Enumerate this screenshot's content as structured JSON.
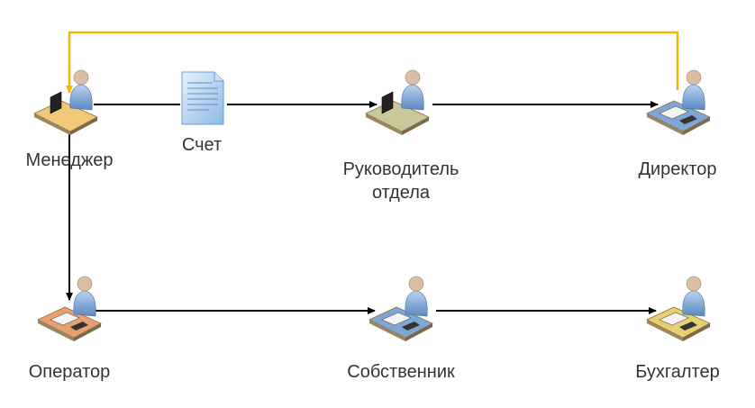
{
  "nodes": {
    "manager": {
      "label": "Менеджер",
      "icon": "workstation-person-icon"
    },
    "invoice": {
      "label": "Счет",
      "icon": "document-icon"
    },
    "head": {
      "label": "Руководитель\nотдела",
      "icon": "workstation-person-icon"
    },
    "director": {
      "label": "Директор",
      "icon": "workstation-person-icon"
    },
    "operator": {
      "label": "Оператор",
      "icon": "workstation-person-icon"
    },
    "owner": {
      "label": "Собственник",
      "icon": "workstation-person-icon"
    },
    "accountant": {
      "label": "Бухгалтер",
      "icon": "workstation-person-icon"
    }
  },
  "colors": {
    "flow_line": "#000000",
    "return_line": "#F2B705",
    "person_body": "#7FA7D6",
    "desk_manager": "#F0C878",
    "desk_head": "#C8C89A",
    "desk_director": "#7FA7D6",
    "desk_operator": "#E8A070",
    "desk_owner": "#7FA7D6",
    "desk_accountant": "#E6D070"
  }
}
